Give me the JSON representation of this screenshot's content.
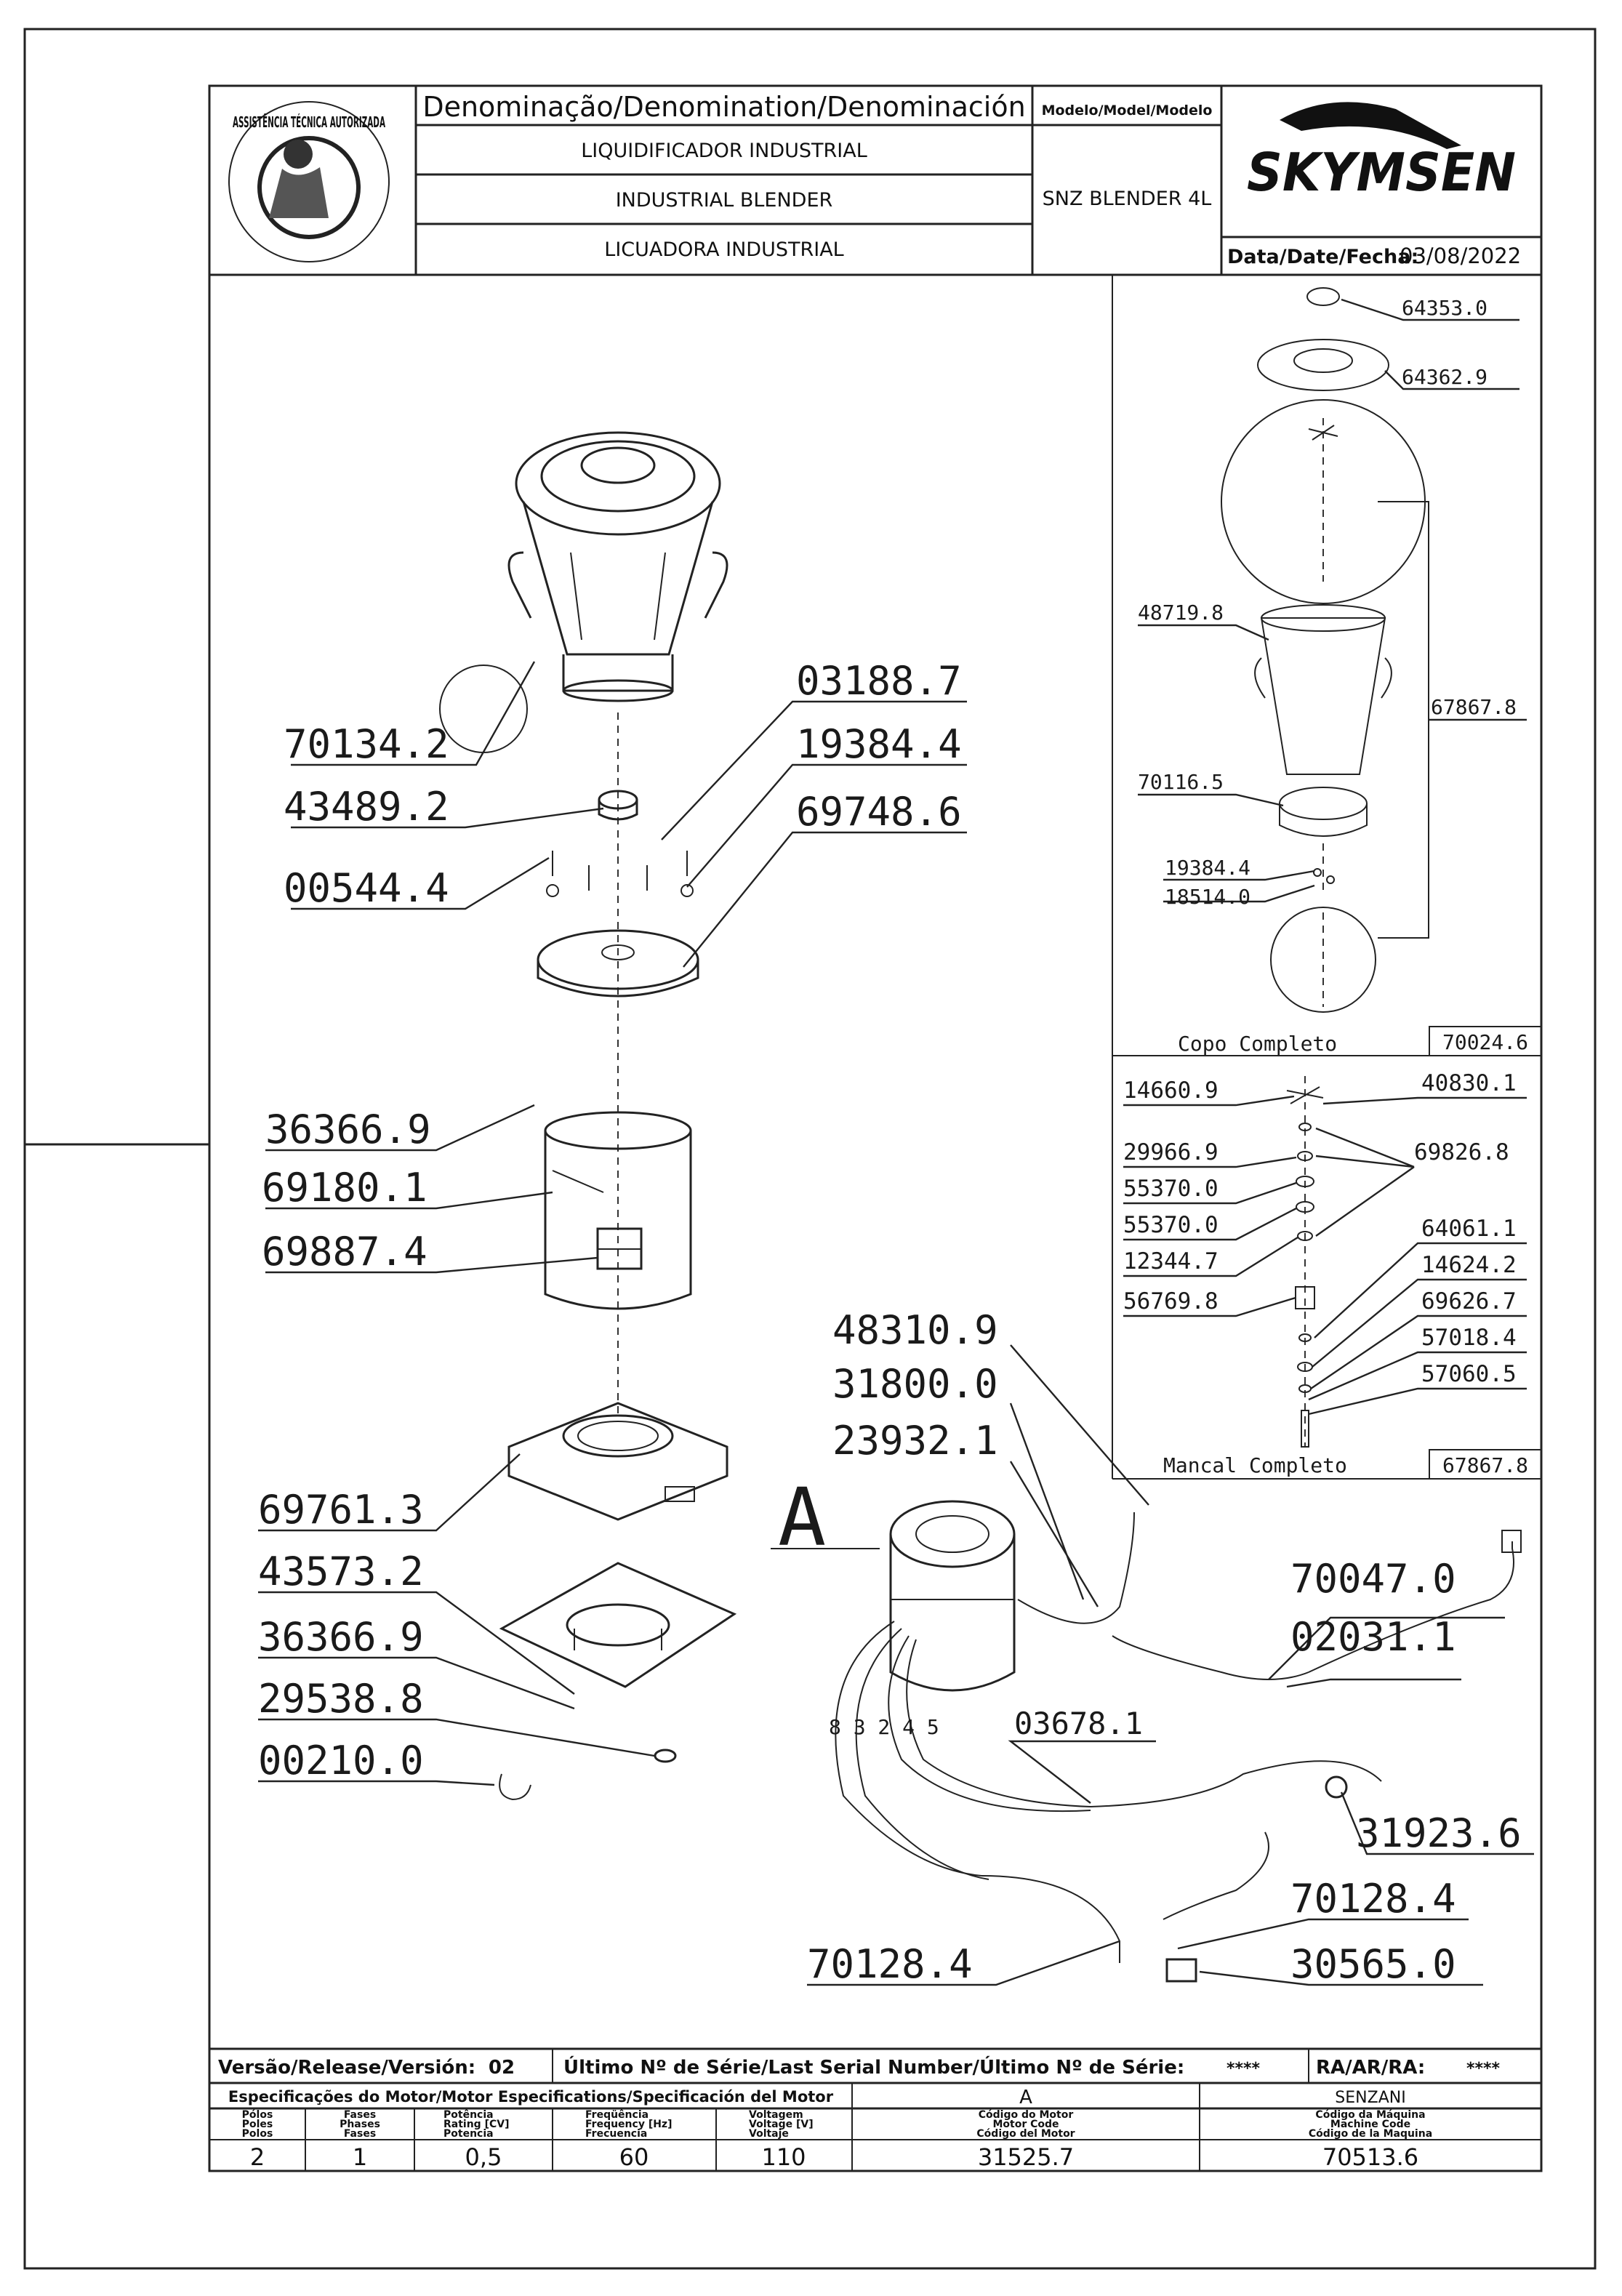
{
  "header": {
    "denomination_title": "Denominação/Denomination/Denominación",
    "names": [
      "LIQUIDIFICADOR INDUSTRIAL",
      "INDUSTRIAL BLENDER",
      "LICUADORA INDUSTRIAL"
    ],
    "model_title": "Modelo/Model/Modelo",
    "model": "SNZ BLENDER 4L",
    "brand": "SKYMSEN",
    "date_label": "Data/Date/Fecha:",
    "date": "03/08/2022",
    "seal_text": "ASSISTÊNCIA TÉCNICA AUTORIZADA"
  },
  "labels_main": {
    "l70134_2": "70134.2",
    "l43489_2": "43489.2",
    "l00544_4": "00544.4",
    "l03188_7": "03188.7",
    "l19384_4": "19384.4",
    "l69748_6": "69748.6",
    "l36366_9a": "36366.9",
    "l69180_1": "69180.1",
    "l69887_4": "69887.4",
    "l69761_3": "69761.3",
    "l43573_2": "43573.2",
    "l36366_9b": "36366.9",
    "l29538_8": "29538.8",
    "l00210_0": "00210.0",
    "l48310_9": "48310.9",
    "l31800_0": "31800.0",
    "l23932_1": "23932.1",
    "detail_A": "A",
    "l70047_0": "70047.0",
    "l02031_1": "02031.1",
    "l03678_1": "03678.1",
    "l31923_6": "31923.6",
    "l70128_4a": "70128.4",
    "l70128_4b": "70128.4",
    "l30565_0": "30565.0",
    "wire_numbers": "8 3 2 4 5"
  },
  "labels_cup": {
    "l64353_0": "64353.0",
    "l64362_9": "64362.9",
    "l48719_8": "48719.8",
    "l67867_8": "67867.8",
    "l70116_5": "70116.5",
    "l19384_4": "19384.4",
    "l18514_0": "18514.0",
    "title": "Copo Completo",
    "code": "70024.6"
  },
  "labels_bearing": {
    "l14660_9": "14660.9",
    "l40830_1": "40830.1",
    "l29966_9": "29966.9",
    "l69826_8": "69826.8",
    "l55370_0a": "55370.0",
    "l55370_0b": "55370.0",
    "l64061_1": "64061.1",
    "l12344_7": "12344.7",
    "l14624_2": "14624.2",
    "l56769_8": "56769.8",
    "l69626_7": "69626.7",
    "l57018_4": "57018.4",
    "l57060_5": "57060.5",
    "title": "Mancal Completo",
    "code": "67867.8"
  },
  "footer": {
    "version_label": "Versão/Release/Versión:",
    "version": "02",
    "serial_label": "Último Nº de Série/Last Serial Number/Último Nº de Série:",
    "serial": "****",
    "ra_label": "RA/AR/RA:",
    "ra": "****",
    "motor_spec_title": "Especificações do Motor/Motor Especifications/Specificación del Motor",
    "motor_letter": "A",
    "maker": "SENZANI",
    "col_poles": [
      "Pólos",
      "Poles",
      "Polos"
    ],
    "col_phases": [
      "Fases",
      "Phases",
      "Fases"
    ],
    "col_power": [
      "Potência",
      "Rating [CV]",
      "Potencia"
    ],
    "col_freq": [
      "Freqüência",
      "Frequency [Hz]",
      "Frecuencia"
    ],
    "col_volt": [
      "Voltagem",
      "Voltage [V]",
      "Voltaje"
    ],
    "col_motor_code": [
      "Código do Motor",
      "Motor Code",
      "Código del Motor"
    ],
    "col_machine_code": [
      "Código da Máquina",
      "Machine Code",
      "Código de la Maquina"
    ],
    "poles": "2",
    "phases": "1",
    "power": "0,5",
    "frequency": "60",
    "voltage": "110",
    "motor_code": "31525.7",
    "machine_code": "70513.6"
  }
}
